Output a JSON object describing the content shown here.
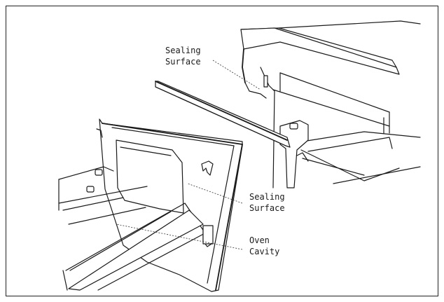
{
  "labels": {
    "top_sealing_line1": "Sealing",
    "top_sealing_line2": "Surface",
    "side_sealing_line1": "Sealing",
    "side_sealing_line2": "Surface",
    "cavity_line1": "Oven",
    "cavity_line2": "Cavity"
  }
}
